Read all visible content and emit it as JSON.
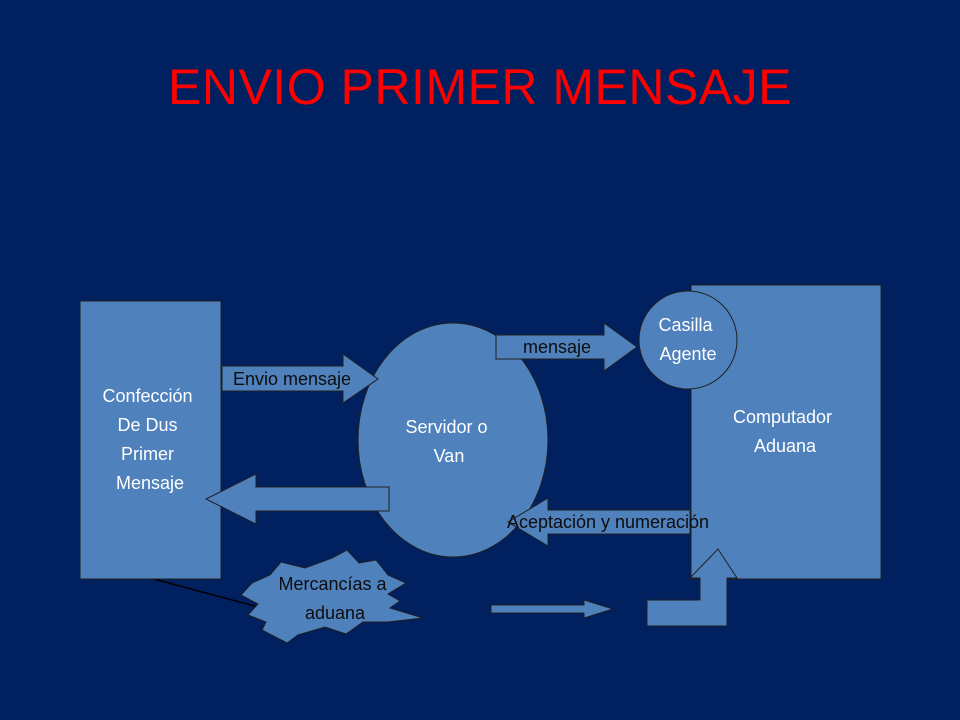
{
  "title": "ENVIO PRIMER MENSAJE",
  "colors": {
    "background": "#002060",
    "title": "#ff0000",
    "shape_fill": "#4f81bd",
    "label": "#ffffff"
  },
  "nodes": {
    "confeccion": [
      "Confección",
      "De Dus",
      "Primer",
      "Mensaje"
    ],
    "servidor": [
      "Servidor o",
      "Van"
    ],
    "computador": [
      "Computador",
      "Aduana"
    ],
    "casilla": [
      "Casilla",
      "Agente"
    ],
    "mercancias": [
      "Mercancías a",
      "aduana"
    ]
  },
  "arrows": {
    "envio": "Envio mensaje",
    "mensaje": "mensaje",
    "aceptacion": "Aceptación y numeración"
  }
}
